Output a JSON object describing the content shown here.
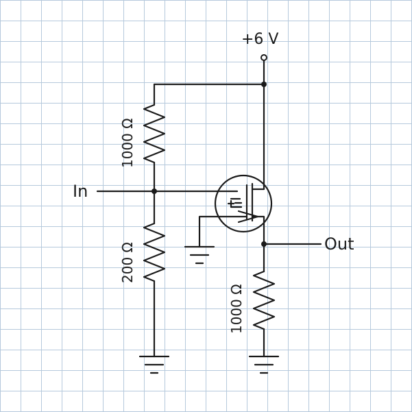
{
  "colors": {
    "paper": "#ffffff",
    "grid": "#b5c9dc",
    "ink": "#1a1a1a"
  },
  "labels": {
    "supply": "+6 V",
    "input": "In",
    "output": "Out",
    "r_top": "1000 Ω",
    "r_bottom": "200 Ω",
    "r_load": "1000 Ω"
  },
  "icons": {
    "resistor": "zigzag-resistor-icon",
    "ground": "ground-symbol-icon",
    "transistor": "mosfet-icon",
    "terminal": "open-circle-terminal-icon"
  }
}
